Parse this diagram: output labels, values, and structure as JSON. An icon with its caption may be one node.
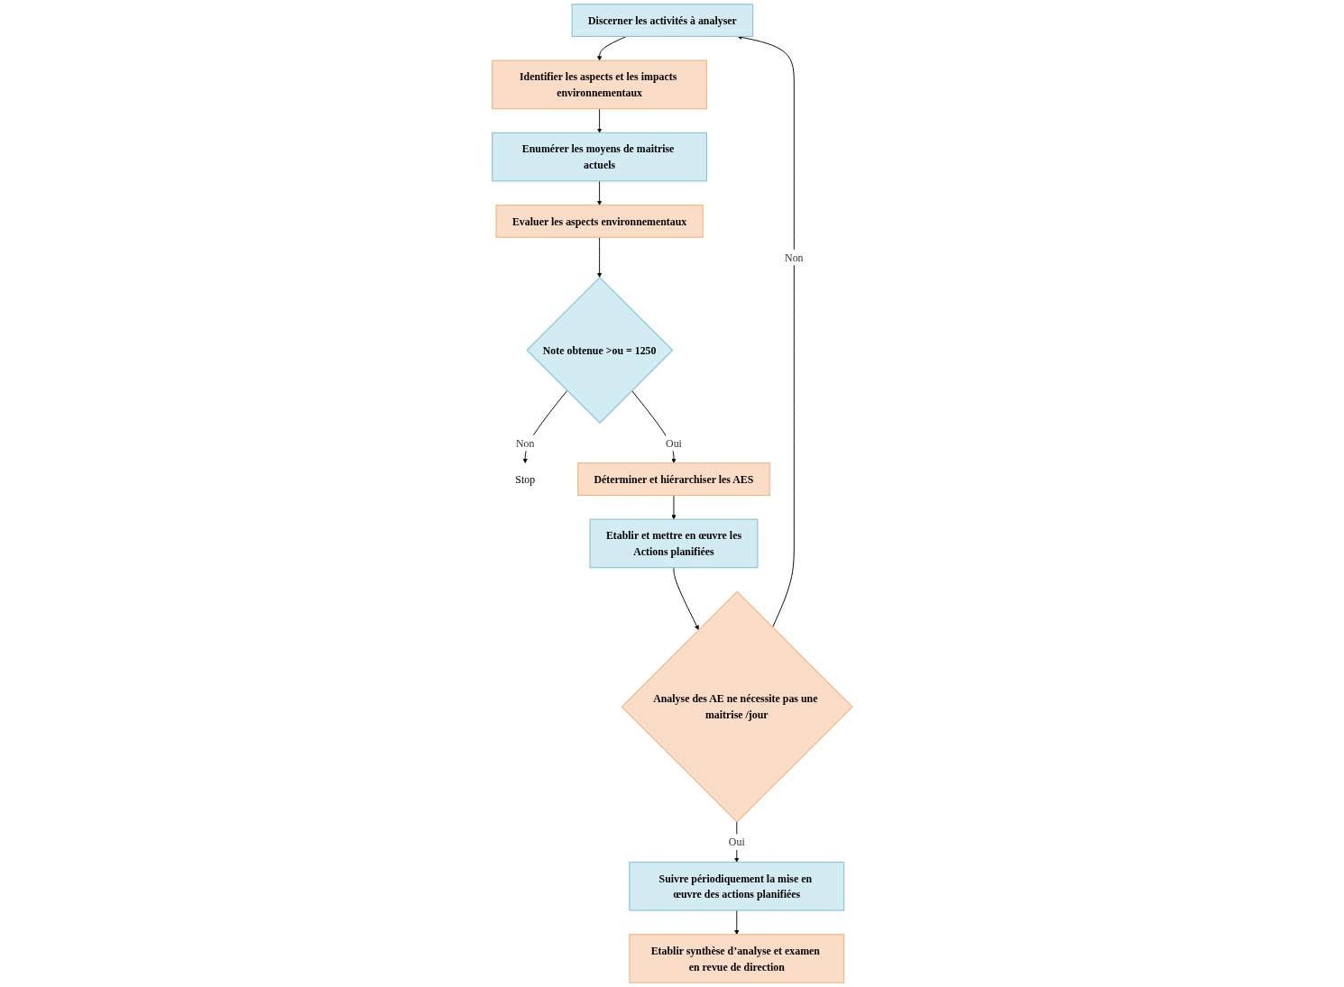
{
  "diagram": {
    "nodes": [
      {
        "text": [
          "Discerner les activités à analyser"
        ]
      },
      {
        "text": [
          "Identifier les aspects et les impacts environnementaux"
        ]
      },
      {
        "text": [
          "Enumérer les moyens de maitrise actuels"
        ]
      },
      {
        "text": [
          "Evaluer les aspects environnementaux"
        ]
      },
      {
        "text": [
          "Note obtenue >ou = 1250"
        ]
      },
      {
        "text": [
          "Stop"
        ]
      },
      {
        "text": [
          "Déterminer et hiérarchiser les AES"
        ]
      },
      {
        "text": [
          "Etablir et mettre en œuvre les",
          "Actions planifiées"
        ]
      },
      {
        "text": [
          "Analyse des AE ne nécessite pas une maitrise /jour"
        ]
      },
      {
        "text": [
          "Suivre périodiquement la mise en œuvre des actions planifiées"
        ]
      },
      {
        "text": [
          "Etablir synthèse d’analyse et examen en revue de direction"
        ]
      }
    ],
    "edges": [
      {
        "from": 0,
        "to": 1,
        "arrow": "to"
      },
      {
        "from": 1,
        "to": 2,
        "arrow": "to"
      },
      {
        "from": 2,
        "to": 3,
        "arrow": "to"
      },
      {
        "from": 3,
        "to": 4,
        "arrow": "to"
      },
      {
        "from": 4,
        "to": 5,
        "label": "Non",
        "arrow": "to"
      },
      {
        "from": 4,
        "to": 6,
        "label": "Oui",
        "arrow": "to"
      },
      {
        "from": 6,
        "to": 7,
        "arrow": "to"
      },
      {
        "from": 7,
        "to": 8,
        "arrow": "to"
      },
      {
        "from": 8,
        "to": 0,
        "label": "Non",
        "arrow": "to"
      },
      {
        "from": 8,
        "to": 9,
        "label": "Oui",
        "arrow": "to"
      },
      {
        "from": 9,
        "to": 10,
        "arrow": "to"
      }
    ]
  }
}
